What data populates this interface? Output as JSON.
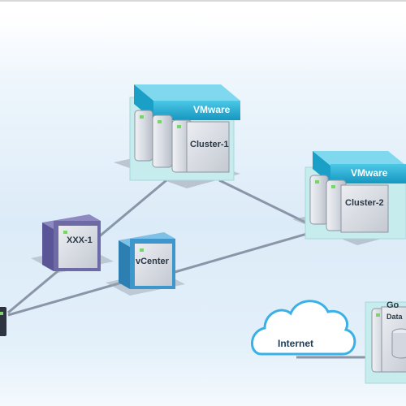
{
  "nodes": {
    "cluster1": {
      "label": "Cluster-1",
      "brand": "VMware"
    },
    "cluster2": {
      "label": "Cluster-2",
      "brand": "VMware"
    },
    "xxx1": {
      "label": "XXX-1"
    },
    "vcenter": {
      "label": "vCenter"
    },
    "internet": {
      "label": "Internet"
    },
    "datastore": {
      "label_line1": "Go",
      "label_line2": "Data"
    }
  },
  "colors": {
    "vmware_cap": "#25b4d8",
    "cluster_frame": "#c6ecee",
    "server_body": "#c9ced7",
    "xxx_frame": "#6e6aa6",
    "vcenter_frame": "#3d97cc",
    "link_line": "#8a96a8",
    "cloud_fill": "#ffffff",
    "cloud_stroke": "#3bb0e6"
  }
}
